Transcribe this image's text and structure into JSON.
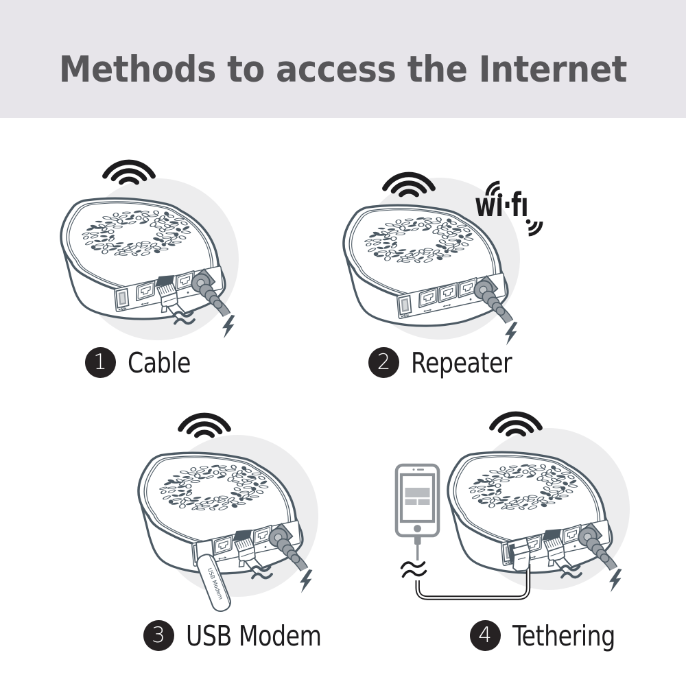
{
  "header": {
    "title": "Methods to access the Internet",
    "background_color": "#e7e5ea",
    "text_color": "#575659"
  },
  "figures": [
    {
      "number": "1",
      "label": "Cable"
    },
    {
      "number": "2",
      "label": "Repeater",
      "wifi_logo_text": "wı·fı"
    },
    {
      "number": "3",
      "label": "USB Modem",
      "stick_text": "USB Modem"
    },
    {
      "number": "4",
      "label": "Tethering"
    }
  ],
  "colors": {
    "outline": "#4d5a64",
    "ink": "#1d1c1e",
    "badge_background": "#262223",
    "badge_number": "#ffffff",
    "backdrop_circle": "#ededee",
    "cable_gray": "#9aa0a6",
    "phone_gray": "#8d9297"
  }
}
